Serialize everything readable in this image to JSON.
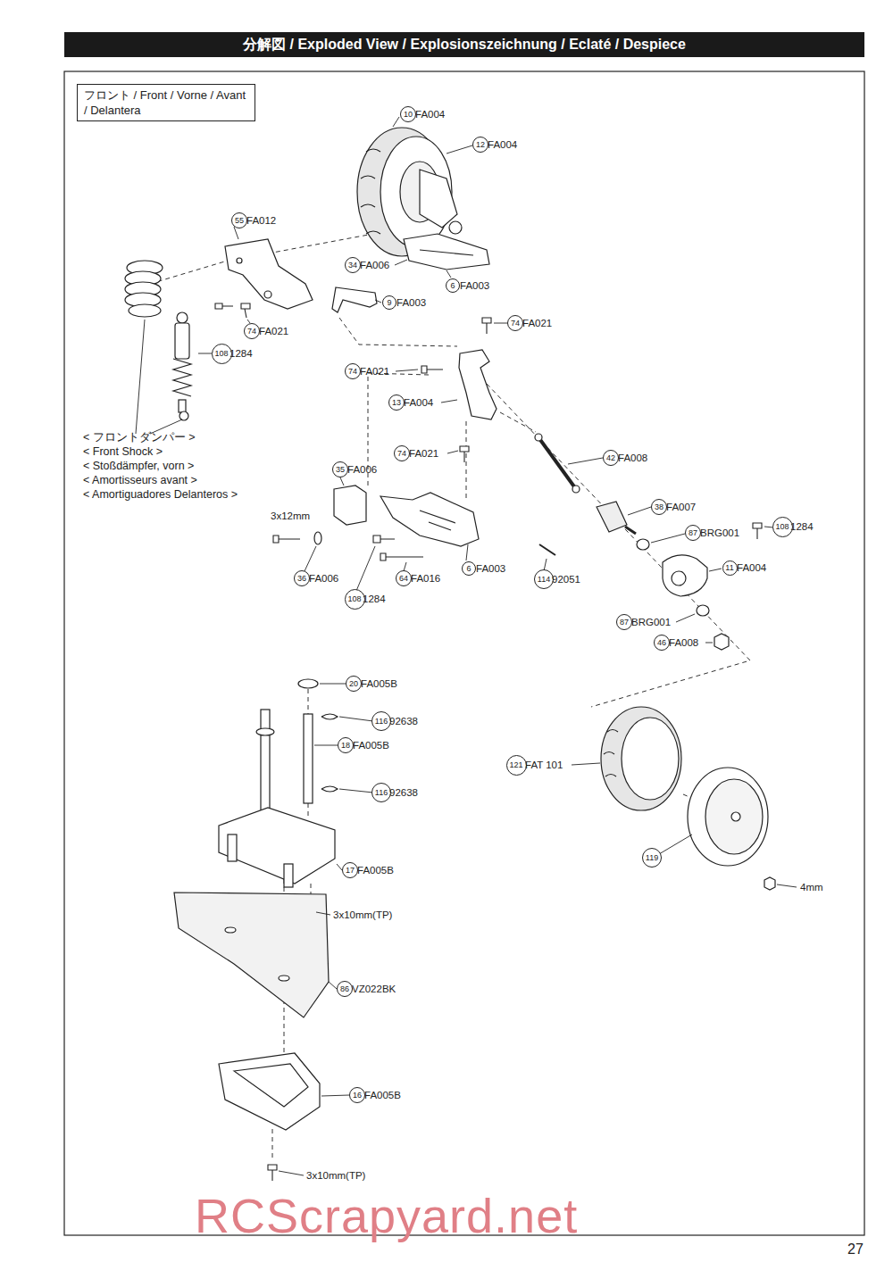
{
  "diagram": {
    "title": "分解図 / Exploded View / Explosionszeichnung / Eclaté / Despiece",
    "nodes": [
      {
        "text": [
          "フロント / Front / Vorne / Avant / Delantera"
        ]
      }
    ],
    "labels": [
      "10",
      "FA004",
      "12",
      "FA004",
      "55",
      "FA012",
      "34",
      "FA006",
      "6",
      "FA003",
      "9",
      "FA003",
      "74",
      "FA021",
      "74",
      "FA021",
      "108",
      "1284",
      "74",
      "FA021",
      "13",
      "FA004",
      "74",
      "FA021",
      "42",
      "FA008",
      "35",
      "FA006",
      "38",
      "FA007",
      "3x12mm",
      "87",
      "BRG001",
      "108",
      "1284",
      "11",
      "FA004",
      "6",
      "FA003",
      "36",
      "FA006",
      "64",
      "FA016",
      "114",
      "92051",
      "108",
      "1284",
      "87",
      "BRG001",
      "46",
      "FA008",
      "20",
      "FA005B",
      "116",
      "92638",
      "18",
      "FA005B",
      "116",
      "92638",
      "121",
      "FAT 101",
      "119",
      "4mm",
      "17",
      "FA005B",
      "3x10mm(TP)",
      "86",
      "VZ022BK",
      "16",
      "FA005B",
      "3x10mm(TP)",
      "< フロントダンパー >",
      "< Front Shock >",
      "< Stoßdämpfer, vorn >",
      "< Amortisseurs avant >",
      "< Amortiguadores Delanteros >",
      "RCScrapyard.net",
      "27"
    ]
  }
}
